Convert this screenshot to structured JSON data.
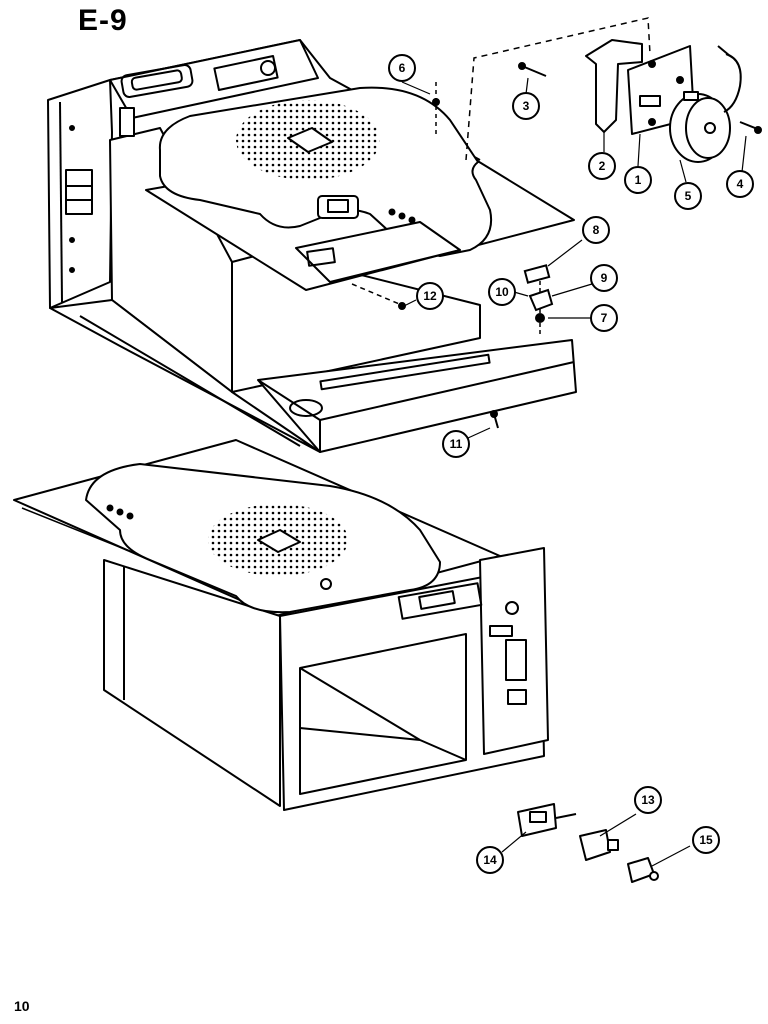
{
  "title": "E-9",
  "page_number": "10",
  "callouts": [
    {
      "id": "c1",
      "label": "1"
    },
    {
      "id": "c2",
      "label": "2"
    },
    {
      "id": "c3",
      "label": "3"
    },
    {
      "id": "c4",
      "label": "4"
    },
    {
      "id": "c5",
      "label": "5"
    },
    {
      "id": "c6",
      "label": "6"
    },
    {
      "id": "c7",
      "label": "7"
    },
    {
      "id": "c8",
      "label": "8"
    },
    {
      "id": "c9",
      "label": "9"
    },
    {
      "id": "c10",
      "label": "10"
    },
    {
      "id": "c11",
      "label": "11"
    },
    {
      "id": "c12",
      "label": "12"
    },
    {
      "id": "c13",
      "label": "13"
    },
    {
      "id": "c14",
      "label": "14"
    },
    {
      "id": "c15",
      "label": "15"
    }
  ]
}
